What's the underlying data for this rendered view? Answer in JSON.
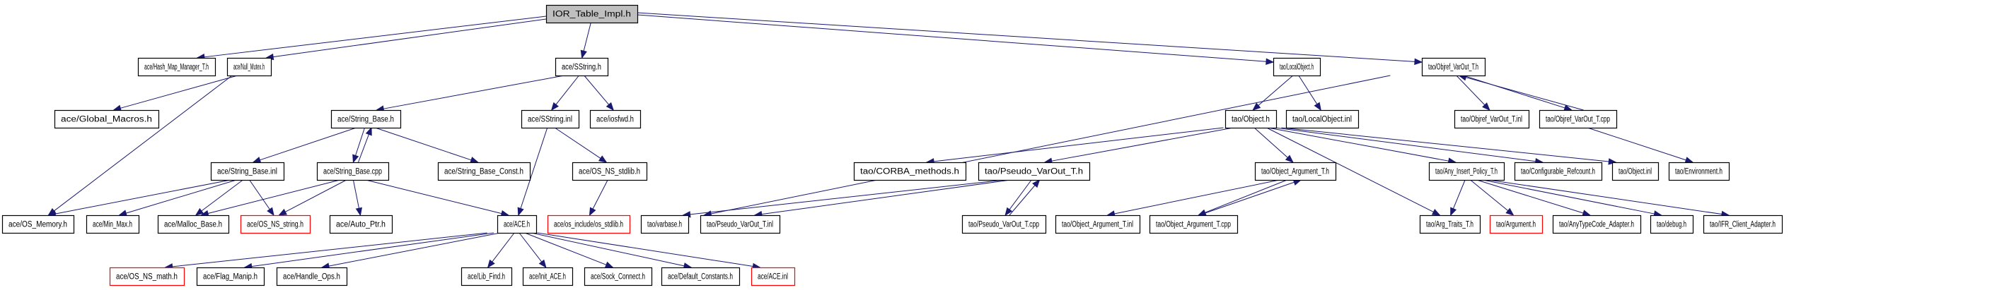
{
  "diagram": {
    "type": "include-dependency-graph",
    "root": "IOR_Table_Impl.h",
    "colors": {
      "edge": "#191970",
      "root_fill": "#bfbfbf",
      "node_border": "#000000",
      "missing_border": "#ff0000"
    },
    "nodes": [
      {
        "id": "root",
        "label": "IOR_Table_Impl.h",
        "rank": 0,
        "style": "root"
      },
      {
        "id": "hashmap",
        "label": "ace/Hash_Map_Manager_T.h",
        "rank": 1
      },
      {
        "id": "nullmutex",
        "label": "ace/Null_Mutex.h",
        "rank": 1
      },
      {
        "id": "sstring_h",
        "label": "ace/SString.h",
        "rank": 1
      },
      {
        "id": "localobj_h",
        "label": "tao/LocalObject.h",
        "rank": 1
      },
      {
        "id": "objref_h",
        "label": "tao/Objref_VarOut_T.h",
        "rank": 1
      },
      {
        "id": "globalmacros",
        "label": "ace/Global_Macros.h",
        "rank": 2
      },
      {
        "id": "stringbase_h",
        "label": "ace/String_Base.h",
        "rank": 2
      },
      {
        "id": "sstring_inl",
        "label": "ace/SString.inl",
        "rank": 2
      },
      {
        "id": "iosfwd",
        "label": "ace/iosfwd.h",
        "rank": 2
      },
      {
        "id": "object_h",
        "label": "tao/Object.h",
        "rank": 2
      },
      {
        "id": "localobj_inl",
        "label": "tao/LocalObject.inl",
        "rank": 2
      },
      {
        "id": "objref_inl",
        "label": "tao/Objref_VarOut_T.inl",
        "rank": 2
      },
      {
        "id": "objref_cpp",
        "label": "tao/Objref_VarOut_T.cpp",
        "rank": 2
      },
      {
        "id": "stringbase_inl",
        "label": "ace/String_Base.inl",
        "rank": 3
      },
      {
        "id": "stringbase_cpp",
        "label": "ace/String_Base.cpp",
        "rank": 3
      },
      {
        "id": "stringbase_const",
        "label": "ace/String_Base_Const.h",
        "rank": 3
      },
      {
        "id": "os_ns_stdlib",
        "label": "ace/OS_NS_stdlib.h",
        "rank": 3
      },
      {
        "id": "corba_methods",
        "label": "tao/CORBA_methods.h",
        "rank": 3
      },
      {
        "id": "pseudo_h",
        "label": "tao/Pseudo_VarOut_T.h",
        "rank": 3
      },
      {
        "id": "objarg_h",
        "label": "tao/Object_Argument_T.h",
        "rank": 3
      },
      {
        "id": "anyinsert",
        "label": "tao/Any_Insert_Policy_T.h",
        "rank": 3
      },
      {
        "id": "confrefcount",
        "label": "tao/Configurable_Refcount.h",
        "rank": 3
      },
      {
        "id": "object_inl",
        "label": "tao/Object.inl",
        "rank": 3
      },
      {
        "id": "environment",
        "label": "tao/Environment.h",
        "rank": 3
      },
      {
        "id": "os_memory",
        "label": "ace/OS_Memory.h",
        "rank": 4
      },
      {
        "id": "minmax",
        "label": "ace/Min_Max.h",
        "rank": 4
      },
      {
        "id": "mallocbase",
        "label": "ace/Malloc_Base.h",
        "rank": 4
      },
      {
        "id": "os_ns_string",
        "label": "ace/OS_NS_string.h",
        "rank": 4,
        "style": "missing"
      },
      {
        "id": "autoptr",
        "label": "ace/Auto_Ptr.h",
        "rank": 4
      },
      {
        "id": "ace_h",
        "label": "ace/ACE.h",
        "rank": 4
      },
      {
        "id": "os_stdlib",
        "label": "ace/os_include/os_stdlib.h",
        "rank": 4,
        "style": "missing"
      },
      {
        "id": "varbase",
        "label": "tao/varbase.h",
        "rank": 4
      },
      {
        "id": "pseudo_inl",
        "label": "tao/Pseudo_VarOut_T.inl",
        "rank": 4
      },
      {
        "id": "pseudo_cpp",
        "label": "tao/Pseudo_VarOut_T.cpp",
        "rank": 4
      },
      {
        "id": "objarg_inl",
        "label": "tao/Object_Argument_T.inl",
        "rank": 4
      },
      {
        "id": "objarg_cpp",
        "label": "tao/Object_Argument_T.cpp",
        "rank": 4
      },
      {
        "id": "argtraits",
        "label": "tao/Arg_Traits_T.h",
        "rank": 4
      },
      {
        "id": "argument",
        "label": "tao/Argument.h",
        "rank": 4,
        "style": "missing"
      },
      {
        "id": "anytc",
        "label": "tao/AnyTypeCode_Adapter.h",
        "rank": 4
      },
      {
        "id": "debug",
        "label": "tao/debug.h",
        "rank": 4
      },
      {
        "id": "ifr",
        "label": "tao/IFR_Client_Adapter.h",
        "rank": 4
      },
      {
        "id": "os_ns_math",
        "label": "ace/OS_NS_math.h",
        "rank": 5,
        "style": "missing"
      },
      {
        "id": "flagmanip",
        "label": "ace/Flag_Manip.h",
        "rank": 5
      },
      {
        "id": "handleops",
        "label": "ace/Handle_Ops.h",
        "rank": 5
      },
      {
        "id": "libfind",
        "label": "ace/Lib_Find.h",
        "rank": 5
      },
      {
        "id": "initace",
        "label": "ace/Init_ACE.h",
        "rank": 5
      },
      {
        "id": "sockconnect",
        "label": "ace/Sock_Connect.h",
        "rank": 5
      },
      {
        "id": "defconst",
        "label": "ace/Default_Constants.h",
        "rank": 5
      },
      {
        "id": "ace_inl",
        "label": "ace/ACE.inl",
        "rank": 5,
        "style": "missing"
      }
    ],
    "edges": [
      [
        "root",
        "hashmap"
      ],
      [
        "root",
        "nullmutex"
      ],
      [
        "root",
        "sstring_h"
      ],
      [
        "root",
        "localobj_h"
      ],
      [
        "root",
        "objref_h"
      ],
      [
        "nullmutex",
        "globalmacros"
      ],
      [
        "nullmutex",
        "os_memory"
      ],
      [
        "sstring_h",
        "stringbase_h"
      ],
      [
        "sstring_h",
        "sstring_inl"
      ],
      [
        "sstring_h",
        "iosfwd"
      ],
      [
        "localobj_h",
        "object_h"
      ],
      [
        "localobj_h",
        "localobj_inl"
      ],
      [
        "objref_h",
        "varbase"
      ],
      [
        "objref_h",
        "objref_inl"
      ],
      [
        "objref_h",
        "objref_cpp"
      ],
      [
        "objref_cpp",
        "objref_h"
      ],
      [
        "objref_cpp",
        "environment"
      ],
      [
        "stringbase_h",
        "stringbase_inl"
      ],
      [
        "stringbase_h",
        "stringbase_cpp"
      ],
      [
        "stringbase_cpp",
        "stringbase_h"
      ],
      [
        "stringbase_h",
        "stringbase_const"
      ],
      [
        "sstring_inl",
        "ace_h"
      ],
      [
        "sstring_inl",
        "os_ns_stdlib"
      ],
      [
        "os_ns_stdlib",
        "os_stdlib"
      ],
      [
        "stringbase_inl",
        "os_memory"
      ],
      [
        "stringbase_inl",
        "minmax"
      ],
      [
        "stringbase_inl",
        "mallocbase"
      ],
      [
        "stringbase_inl",
        "os_ns_string"
      ],
      [
        "stringbase_cpp",
        "mallocbase"
      ],
      [
        "stringbase_cpp",
        "os_ns_string"
      ],
      [
        "stringbase_cpp",
        "autoptr"
      ],
      [
        "stringbase_cpp",
        "ace_h"
      ],
      [
        "ace_h",
        "os_ns_math"
      ],
      [
        "ace_h",
        "flagmanip"
      ],
      [
        "ace_h",
        "handleops"
      ],
      [
        "ace_h",
        "libfind"
      ],
      [
        "ace_h",
        "initace"
      ],
      [
        "ace_h",
        "sockconnect"
      ],
      [
        "ace_h",
        "defconst"
      ],
      [
        "ace_h",
        "ace_inl"
      ],
      [
        "object_h",
        "corba_methods"
      ],
      [
        "object_h",
        "pseudo_h"
      ],
      [
        "object_h",
        "objarg_h"
      ],
      [
        "object_h",
        "anyinsert"
      ],
      [
        "object_h",
        "confrefcount"
      ],
      [
        "object_h",
        "object_inl"
      ],
      [
        "object_h",
        "argtraits"
      ],
      [
        "pseudo_h",
        "varbase"
      ],
      [
        "pseudo_h",
        "pseudo_inl"
      ],
      [
        "pseudo_h",
        "pseudo_cpp"
      ],
      [
        "pseudo_cpp",
        "pseudo_h"
      ],
      [
        "objarg_h",
        "objarg_inl"
      ],
      [
        "objarg_h",
        "objarg_cpp"
      ],
      [
        "objarg_cpp",
        "objarg_h"
      ],
      [
        "anyinsert",
        "argtraits"
      ],
      [
        "anyinsert",
        "argument"
      ],
      [
        "anyinsert",
        "anytc"
      ],
      [
        "anyinsert",
        "debug"
      ],
      [
        "anyinsert",
        "ifr"
      ]
    ]
  }
}
